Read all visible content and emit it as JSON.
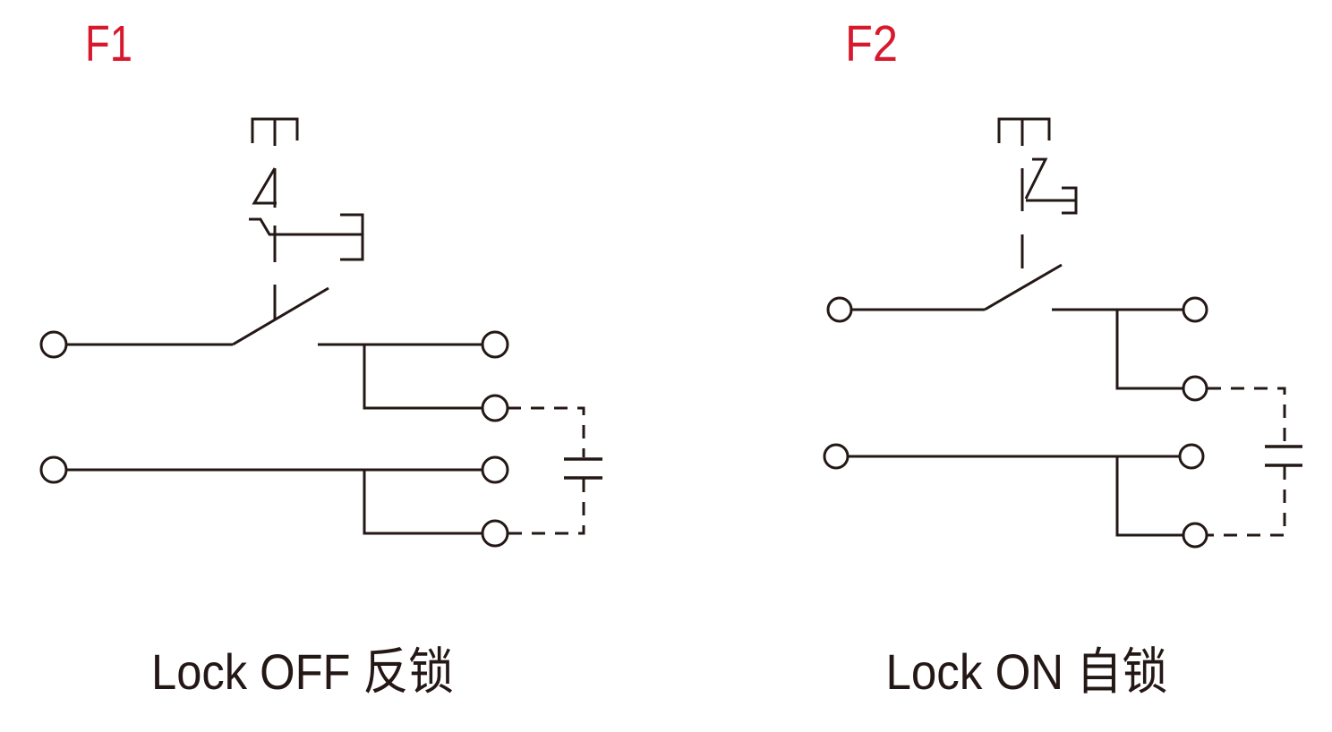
{
  "diagrams": [
    {
      "label": "F1",
      "caption": "Lock OFF 反锁"
    },
    {
      "label": "F2",
      "caption": "Lock ON 自锁"
    }
  ],
  "colors": {
    "label": "#d7192d",
    "line": "#231815",
    "background": "#ffffff"
  }
}
